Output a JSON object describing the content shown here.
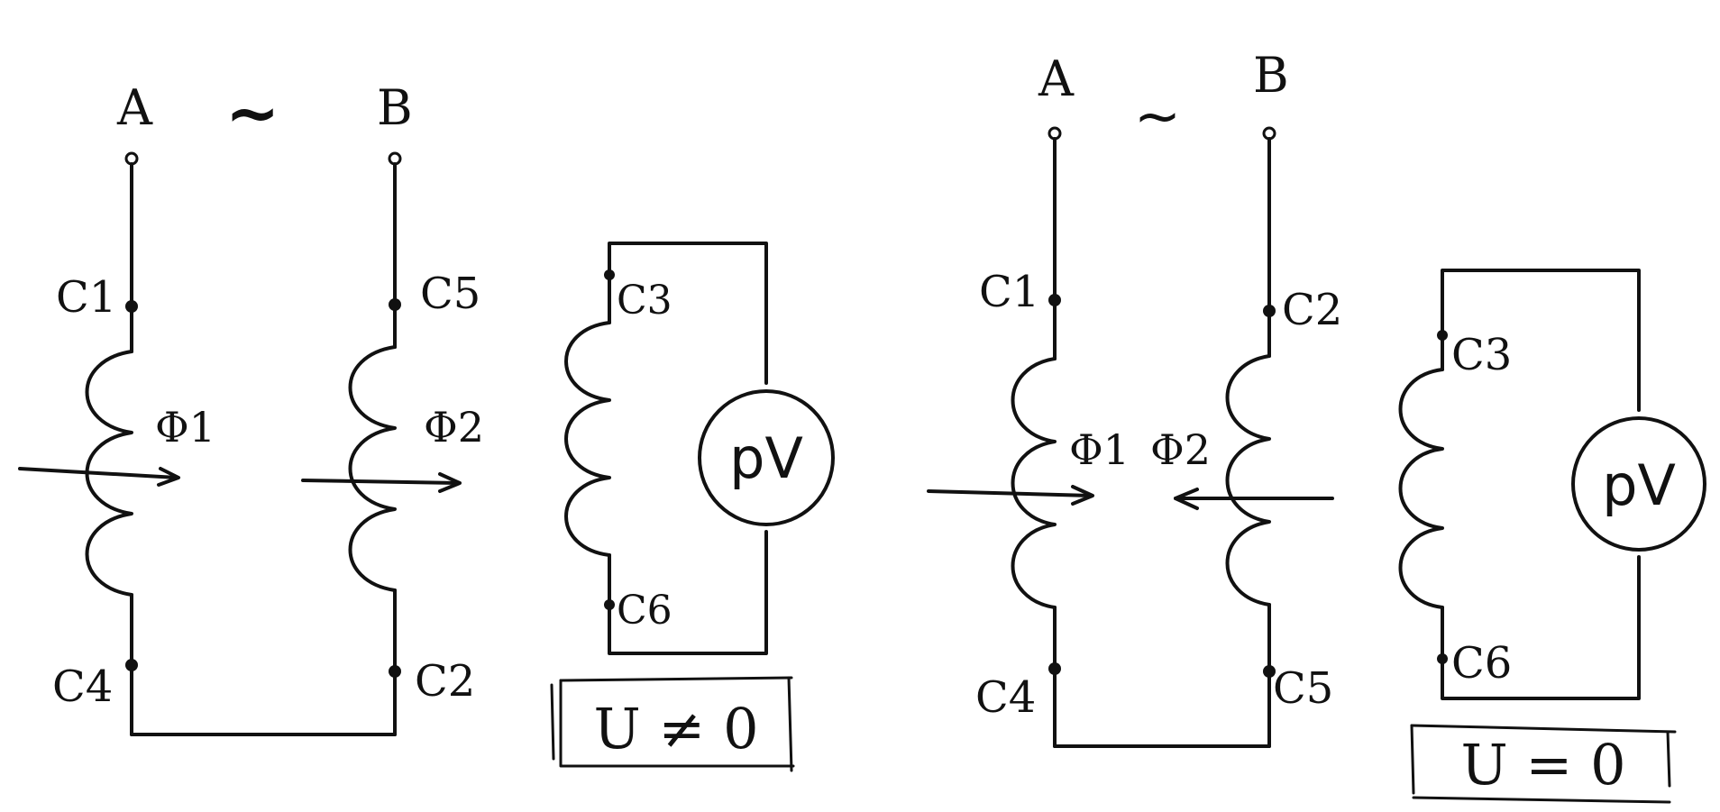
{
  "colors": {
    "ink": "#111111",
    "paper": "#ffffff"
  },
  "left": {
    "phase_a": "A",
    "ac_symbol": "~",
    "phase_b": "B",
    "coil1_start": "C1",
    "coil1_end": "C4",
    "coil2_start": "C5",
    "coil2_end": "C2",
    "coil3_start": "C3",
    "coil3_end": "C6",
    "flux1": "Φ1",
    "flux2": "Φ2",
    "voltmeter": "pV",
    "result": "U ≠ 0"
  },
  "right": {
    "phase_a": "A",
    "ac_symbol": "~",
    "phase_b": "B",
    "coil1_start": "C1",
    "coil1_end": "C4",
    "coil2_start": "C2",
    "coil2_end": "C5",
    "coil3_start": "C3",
    "coil3_end": "C6",
    "flux1": "Φ1",
    "flux2": "Φ2",
    "voltmeter": "pV",
    "result": "U = 0"
  }
}
